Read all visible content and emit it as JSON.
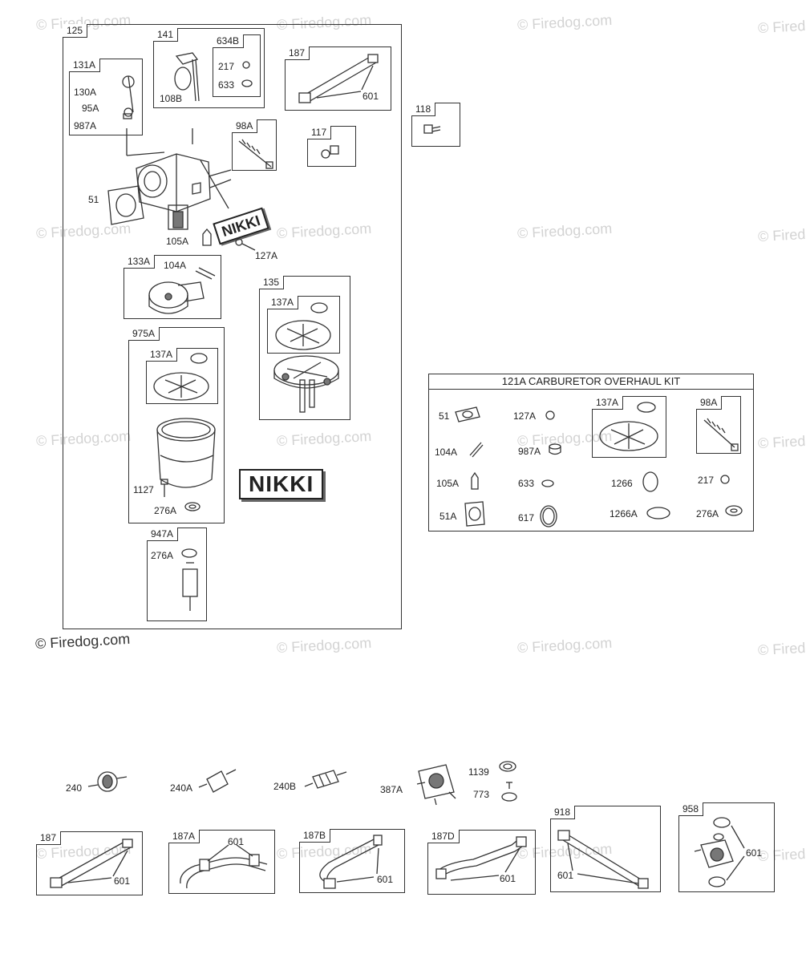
{
  "watermark": "© Firedog.com",
  "copyright": "© Firedog.com",
  "main": {
    "box_label": "125",
    "nikki_big": "NIKKI",
    "nikki_small": "NIKKI",
    "b131a": {
      "label": "131A",
      "parts": [
        "130A",
        "95A",
        "987A"
      ]
    },
    "b141": {
      "label": "141",
      "parts": [
        "108B"
      ]
    },
    "b634b": {
      "label": "634B",
      "parts": [
        "217",
        "633"
      ]
    },
    "b98a": {
      "label": "98A"
    },
    "b133a": {
      "label": "133A",
      "parts": [
        "104A"
      ]
    },
    "b135": {
      "label": "135",
      "inner": "137A"
    },
    "b975a": {
      "label": "975A",
      "inner": "137A",
      "parts": [
        "1127",
        "276A"
      ]
    },
    "b947a": {
      "label": "947A",
      "parts": [
        "276A"
      ]
    },
    "loose": [
      "51",
      "105A",
      "127A"
    ]
  },
  "b187_top": {
    "label": "187",
    "parts": [
      "601"
    ]
  },
  "b118": {
    "label": "118"
  },
  "b117": {
    "label": "117"
  },
  "kit": {
    "title": "121A CARBURETOR OVERHAUL KIT",
    "parts": [
      "51",
      "127A",
      "104A",
      "987A",
      "105A",
      "633",
      "1266",
      "217",
      "51A",
      "617",
      "1266A",
      "276A"
    ],
    "sub137a": "137A",
    "sub98a": "98A"
  },
  "filters": [
    "240",
    "240A",
    "240B",
    "387A",
    "1139",
    "773"
  ],
  "hoses": [
    {
      "label": "187",
      "part": "601"
    },
    {
      "label": "187A",
      "part": "601"
    },
    {
      "label": "187B",
      "part": "601"
    },
    {
      "label": "187D",
      "part": "601"
    },
    {
      "label": "918",
      "part": "601"
    },
    {
      "label": "958",
      "part": "601"
    }
  ]
}
